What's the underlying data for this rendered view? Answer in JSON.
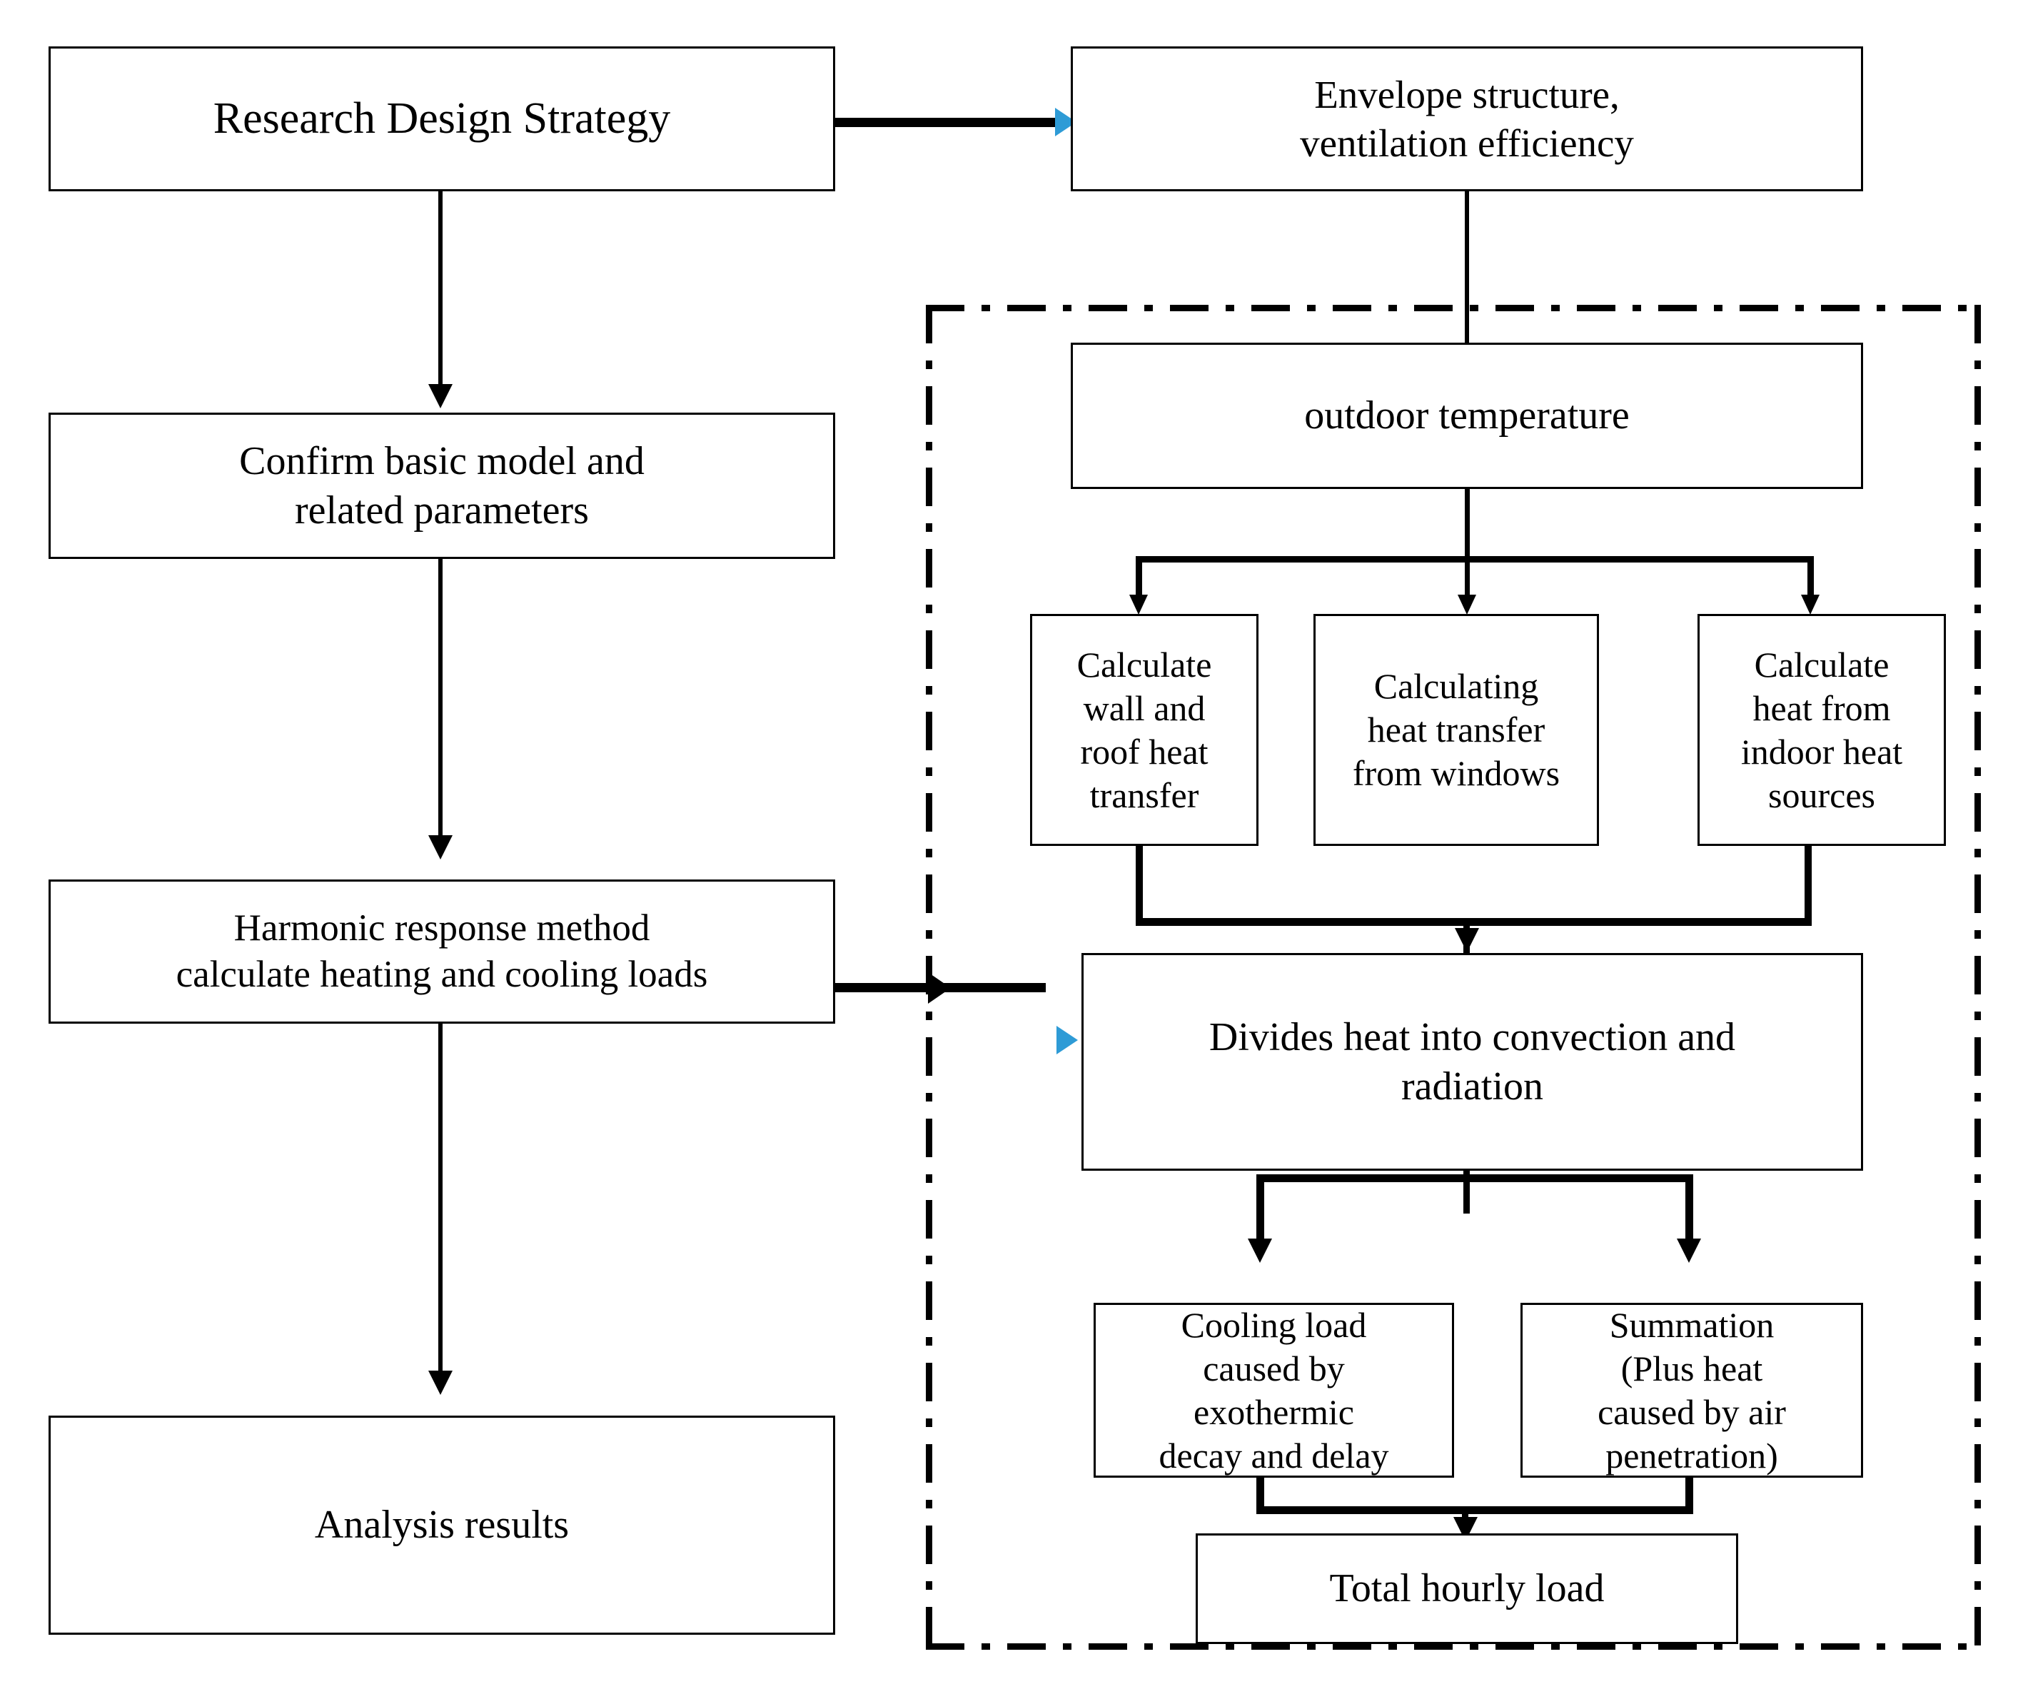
{
  "diagram": {
    "type": "flowchart",
    "background": "#ffffff",
    "line_color": "#000000",
    "accent_arrow_color": "#2E9BD6",
    "nodes": {
      "research_design_strategy": "Research Design Strategy",
      "envelope_structure": "Envelope structure,\nventilation efficiency",
      "confirm_basic_model": "Confirm basic model and\nrelated parameters",
      "harmonic_response": "Harmonic response method\ncalculate heating and cooling loads",
      "analysis_results": "Analysis results",
      "outdoor_temperature": "outdoor  temperature",
      "calculate_wall_roof": "Calculate\nwall and\nroof heat\ntransfer",
      "calculating_windows": "Calculating\nheat transfer\nfrom windows",
      "calculate_indoor_heat": "Calculate\nheat from\nindoor heat\nsources",
      "divides_heat": "Divides heat into convection and\nradiation",
      "cooling_load": "Cooling load\ncaused by\nexothermic\ndecay and delay",
      "summation": "Summation\n(Plus heat\ncaused by air\npenetration)",
      "total_hourly_load": "Total hourly load"
    },
    "edges": [
      {
        "from": "research_design_strategy",
        "to": "envelope_structure",
        "style": "horizontal-arrow",
        "arrow_color": "#2E9BD6"
      },
      {
        "from": "research_design_strategy",
        "to": "confirm_basic_model",
        "style": "vertical-arrow"
      },
      {
        "from": "confirm_basic_model",
        "to": "harmonic_response",
        "style": "vertical-arrow"
      },
      {
        "from": "harmonic_response",
        "to": "analysis_results",
        "style": "vertical-arrow"
      },
      {
        "from": "harmonic_response",
        "to": "divides_heat",
        "style": "horizontal-arrow",
        "arrow_color": "#2E9BD6"
      },
      {
        "from": "envelope_structure",
        "to": "outdoor_temperature",
        "style": "vertical-arrow"
      },
      {
        "from": "outdoor_temperature",
        "to": "calculate_wall_roof",
        "style": "split-arrow"
      },
      {
        "from": "outdoor_temperature",
        "to": "calculating_windows",
        "style": "split-arrow"
      },
      {
        "from": "outdoor_temperature",
        "to": "calculate_indoor_heat",
        "style": "split-arrow"
      },
      {
        "from": "calculate_wall_roof",
        "to": "divides_heat",
        "style": "merge-arrow"
      },
      {
        "from": "calculating_windows",
        "to": "divides_heat",
        "style": "merge-arrow"
      },
      {
        "from": "calculate_indoor_heat",
        "to": "divides_heat",
        "style": "merge-arrow"
      },
      {
        "from": "divides_heat",
        "to": "cooling_load",
        "style": "split-arrow"
      },
      {
        "from": "divides_heat",
        "to": "summation",
        "style": "split-arrow"
      },
      {
        "from": "cooling_load",
        "to": "total_hourly_load",
        "style": "merge-arrow"
      },
      {
        "from": "summation",
        "to": "total_hourly_load",
        "style": "merge-arrow"
      }
    ],
    "grouping": {
      "dashed_panel_label": "",
      "border_style": "dash-dot",
      "encloses": [
        "outdoor_temperature",
        "calculate_wall_roof",
        "calculating_windows",
        "calculate_indoor_heat",
        "divides_heat",
        "cooling_load",
        "summation",
        "total_hourly_load"
      ]
    }
  }
}
